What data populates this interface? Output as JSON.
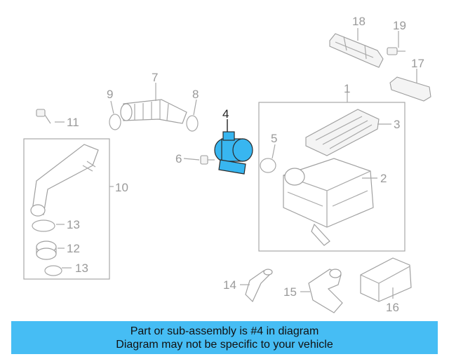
{
  "callouts": {
    "c1": "1",
    "c2": "2",
    "c3": "3",
    "c4": "4",
    "c5": "5",
    "c6": "6",
    "c7": "7",
    "c8": "8",
    "c9": "9",
    "c10": "10",
    "c11": "11",
    "c12": "12",
    "c13a": "13",
    "c13b": "13",
    "c14": "14",
    "c15": "15",
    "c16": "16",
    "c17": "17",
    "c18": "18",
    "c19": "19"
  },
  "banner": {
    "line1": "Part or sub-assembly is #4 in diagram",
    "line2": "Diagram may not be specific to your vehicle"
  },
  "colors": {
    "highlight": "#38b6f0",
    "banner": "#46bdf4",
    "line": "#a8a8a8"
  }
}
